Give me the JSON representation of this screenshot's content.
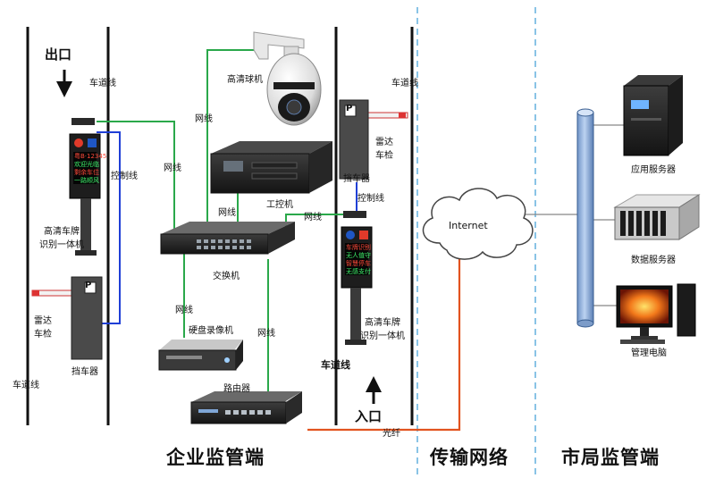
{
  "regions": {
    "enterprise": "企业监管端",
    "transmission": "传输网络",
    "bureau": "市局监管端"
  },
  "labels": {
    "exit": "出口",
    "entrance": "入口",
    "lane_line": "车道线",
    "lane_line_bold": "车道线",
    "network_cable": "网线",
    "control_cable": "控制线",
    "fiber": "光纤",
    "internet": "Internet",
    "barrier_sign": "P"
  },
  "devices": {
    "hd_dome_camera": "高清球机",
    "industrial_pc": "工控机",
    "switch": "交换机",
    "nvr": "硬盘录像机",
    "router": "路由器",
    "plate_recognizer": "高清车牌识别一体机",
    "plate_recognizer_lines": [
      "高清车牌",
      "识别一体机"
    ],
    "radar_detector_lines": [
      "雷达",
      "车检"
    ],
    "barrier_gate": "挡车器",
    "app_server": "应用服务器",
    "data_server": "数据服务器",
    "mgmt_pc": "管理电脑"
  },
  "led_text": {
    "left_unit": [
      "粤B·12345",
      "欢迎光临",
      "剩余车位",
      "一路顺风"
    ],
    "right_unit": [
      "车牌识别",
      "无人值守",
      "智慧停车",
      "无感支付"
    ]
  },
  "colors": {
    "network_line": "#2aa84a",
    "control_line": "#1f3fd6",
    "fiber_line": "#e2531f",
    "divider": "#4aa3d8",
    "lane": "#111111"
  }
}
